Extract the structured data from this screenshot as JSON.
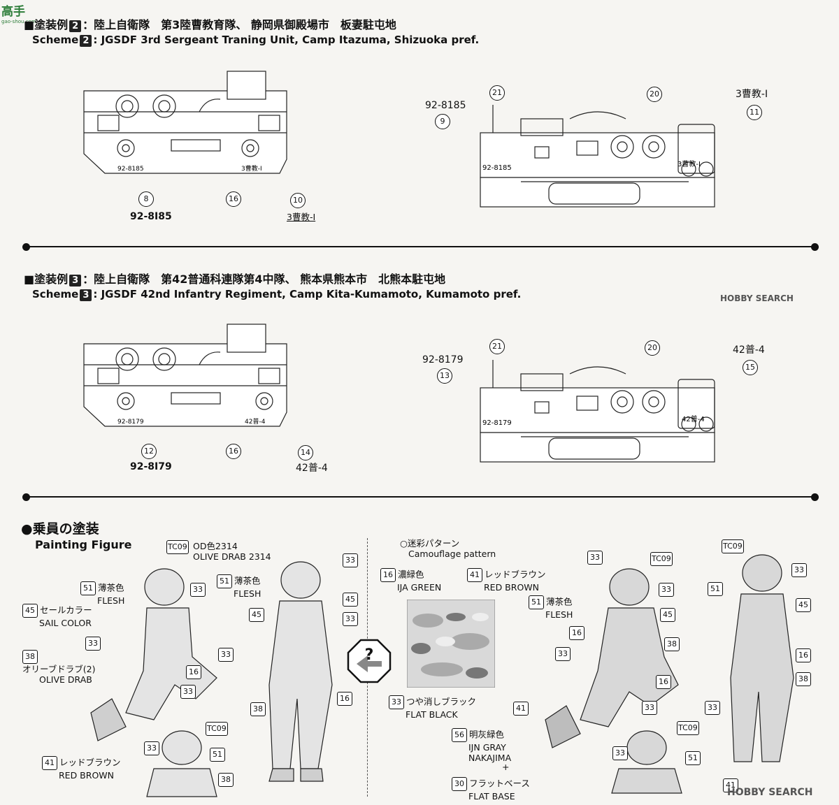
{
  "watermark_top": {
    "title": "高手",
    "sub": "gao-shou.com"
  },
  "watermark_bottom": "HOBBY SEARCH",
  "watermark_mid": "HOBBY SEARCH",
  "scheme2": {
    "jp_prefix": "塗装例",
    "num": "2",
    "jp_text": "：陸上自衛隊　第3陸曹教育隊、 静岡県御殿場市　板妻駐屯地",
    "en_prefix": "Scheme",
    "en_text": ": JGSDF 3rd Sergeant Traning Unit, Camp Itazuma, Shizuoka pref.",
    "left_callouts": [
      "8",
      "16",
      "10"
    ],
    "left_marks": [
      "92-8I85",
      "3曹教-I"
    ],
    "right_callouts": [
      "21",
      "20",
      "9",
      "11"
    ],
    "right_marks": [
      "92-8185",
      "3曹教-I"
    ],
    "plate_text": "92-8185",
    "unit_text": "3曹教-I"
  },
  "scheme3": {
    "jp_prefix": "塗装例",
    "num": "3",
    "jp_text": "：陸上自衛隊　第42普通科連隊第4中隊、 熊本県熊本市　北熊本駐屯地",
    "en_prefix": "Scheme",
    "en_text": ": JGSDF 42nd Infantry Regiment, Camp Kita-Kumamoto, Kumamoto pref.",
    "left_callouts": [
      "12",
      "16",
      "14"
    ],
    "left_marks": [
      "92-8I79",
      "42普-4"
    ],
    "right_callouts": [
      "21",
      "20",
      "13",
      "15"
    ],
    "right_marks": [
      "92-8179",
      "42普-4"
    ],
    "plate_text": "92-8179",
    "unit_text": "42普-4"
  },
  "figure": {
    "jp_title": "●乗員の塗装",
    "en_title": "Painting Figure",
    "camo_jp": "○迷彩パターン",
    "camo_en": "Camouflage pattern",
    "colors": {
      "tc09": "TC09",
      "od": {
        "jp": "OD色2314",
        "en": "OLIVE DRAB 2314"
      },
      "c51": {
        "num": "51",
        "jp": "薄茶色",
        "en": "FLESH"
      },
      "c45": {
        "num": "45",
        "jp": "セールカラー",
        "en": "SAIL COLOR"
      },
      "c38": {
        "num": "38",
        "jp": "オリーブドラブ(2)",
        "en": "OLIVE DRAB"
      },
      "c41": {
        "num": "41",
        "jp": "レッドブラウン",
        "en": "RED BROWN"
      },
      "c16": {
        "num": "16",
        "jp": "濃緑色",
        "en": "IJA GREEN"
      },
      "c33": {
        "num": "33",
        "jp": "つや消しブラック",
        "en": "FLAT BLACK"
      },
      "c56": {
        "num": "56",
        "jp": "明灰緑色",
        "en1": "IJN GRAY",
        "en2": "NAKAJIMA"
      },
      "plus": "+",
      "c30": {
        "num": "30",
        "jp": "フラットベース",
        "en": "FLAT BASE"
      }
    },
    "nums": {
      "n33": "33",
      "n16": "16",
      "n45": "45",
      "n38": "38",
      "n51": "51",
      "n41": "41"
    },
    "swap_icon": "?"
  },
  "colors_hex": {
    "ink": "#111111",
    "paper": "#f6f5f2",
    "logo": "#2e7d3a"
  }
}
